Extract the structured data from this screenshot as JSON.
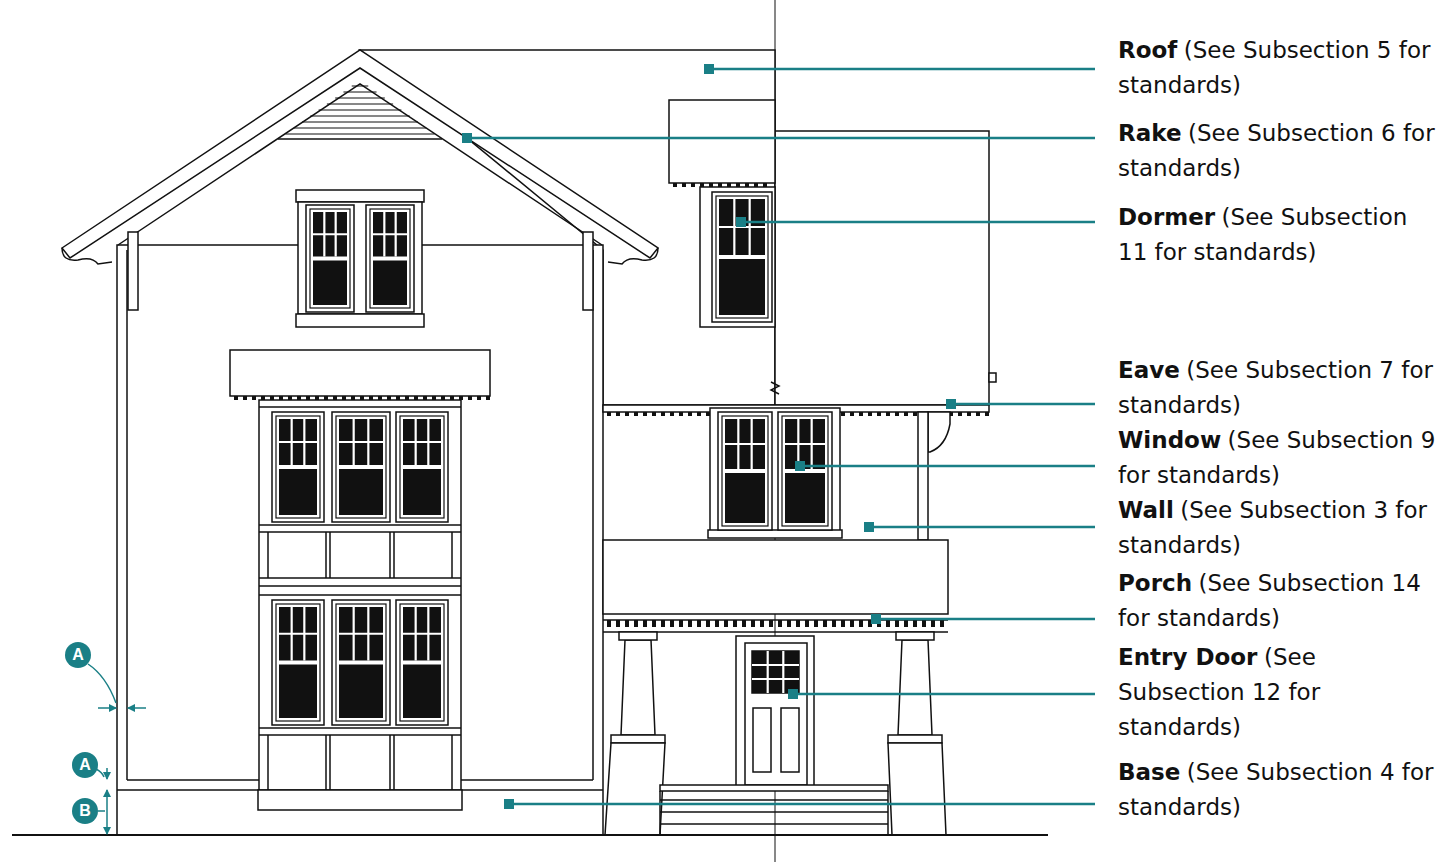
{
  "diagram": {
    "nodes": [
      {
        "text": [
          "A"
        ]
      },
      {
        "text": [
          "A"
        ]
      },
      {
        "text": [
          "B"
        ]
      }
    ],
    "labels": [
      "Roof",
      "(See Subsection 5 for standards)",
      "Rake",
      "(See Subsection 6 for standards)",
      "Dormer",
      "(See Subsection 11 for standards)",
      "Eave",
      "(See Subsection 7 for standards)",
      "Window",
      "(See Subsection 9 for standards)",
      "Wall",
      "(See Subsection 3 for standards)",
      "Porch",
      "(See Subsection 14 for standards)",
      "Entry Door",
      "(See Subsection 12 for standards)",
      "Base",
      "(See Subsection 4 for standards)"
    ]
  }
}
